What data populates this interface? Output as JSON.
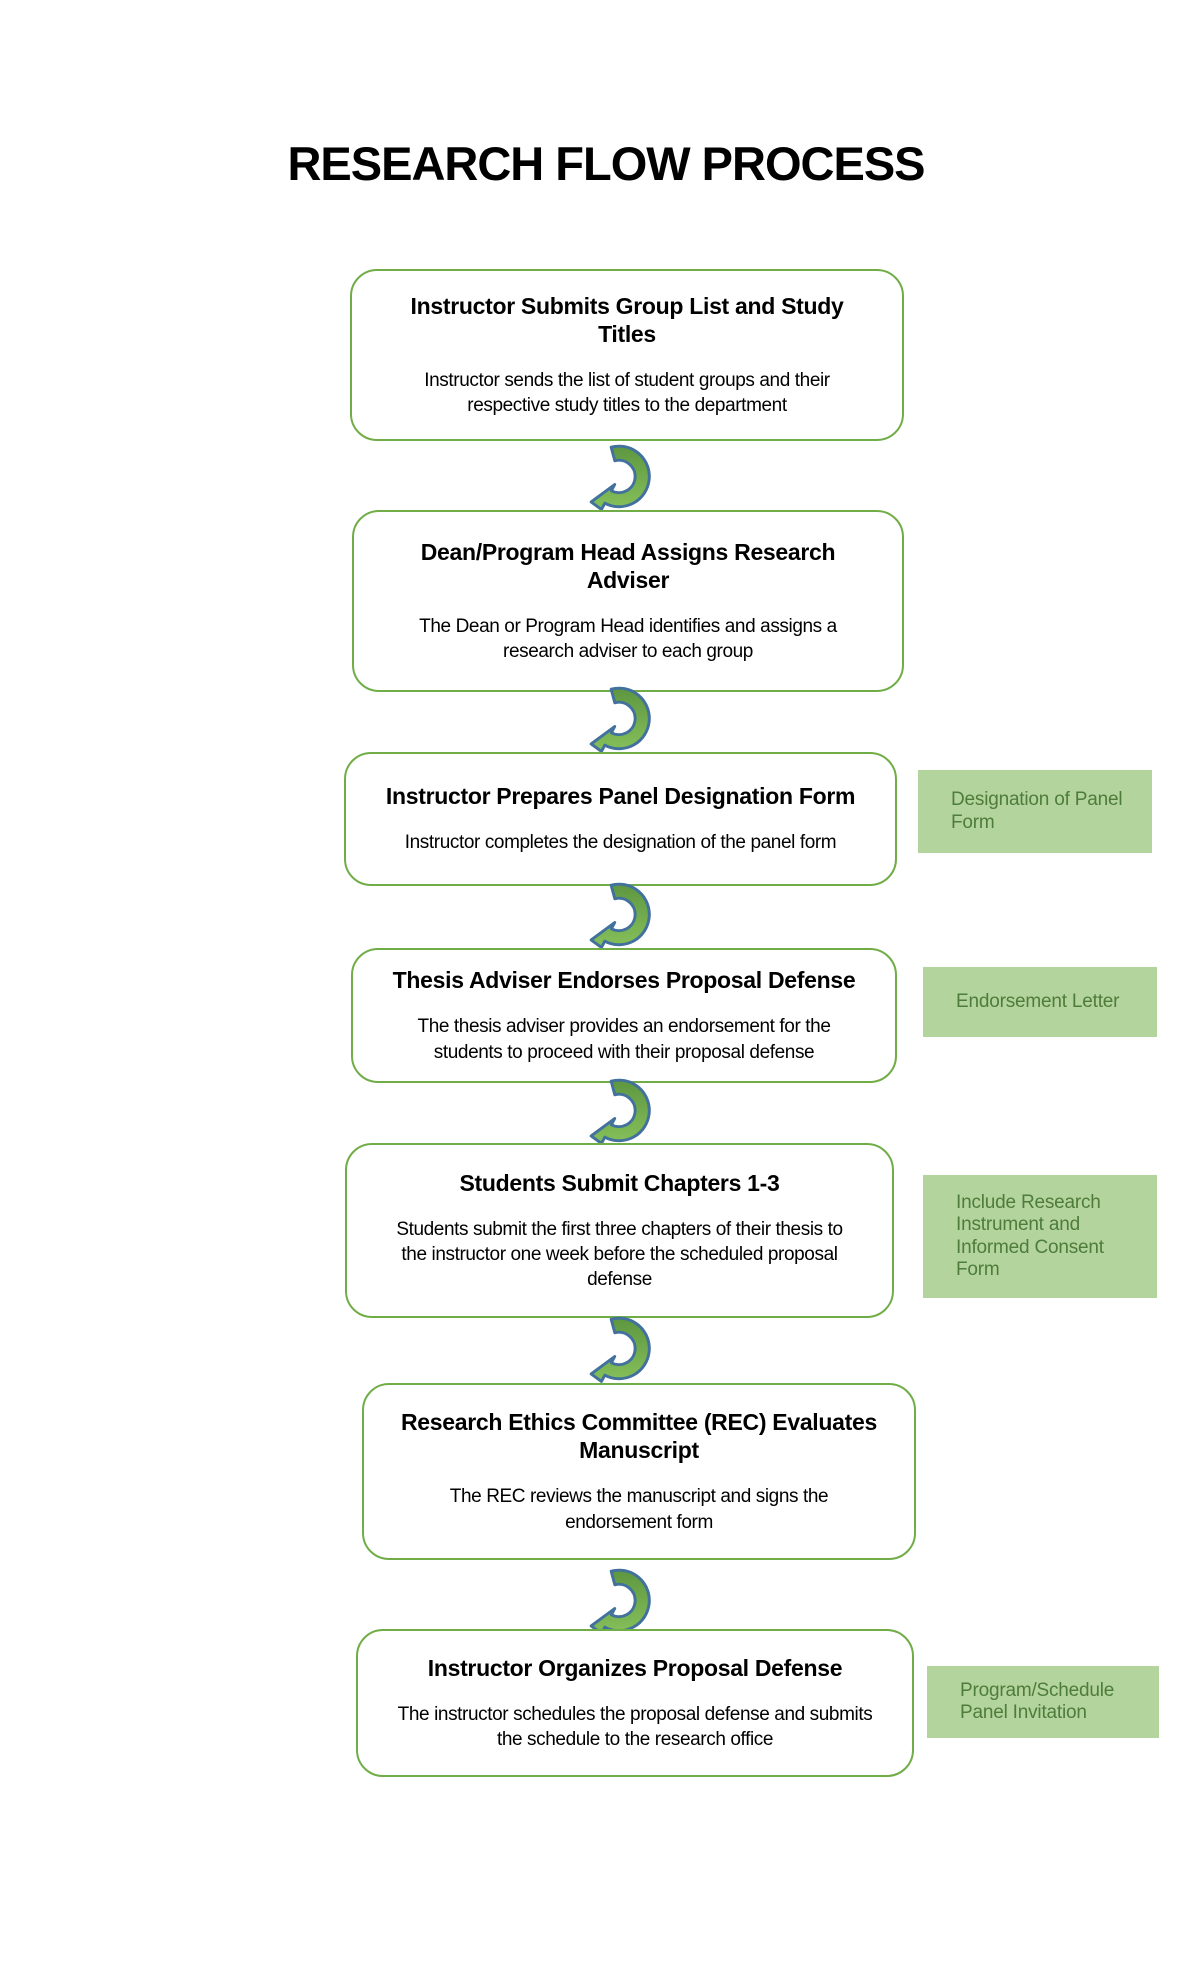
{
  "title": "RESEARCH FLOW PROCESS",
  "steps": [
    {
      "title": "Instructor Submits Group List and Study\nTitles",
      "description": "Instructor sends the list of student groups and their\nrespective study titles to the department"
    },
    {
      "title": "Dean/Program Head Assigns Research\nAdviser",
      "description": "The Dean or Program Head identifies and assigns a\nresearch adviser to each group"
    },
    {
      "title": "Instructor Prepares Panel Designation Form",
      "description": "Instructor completes the designation of the panel form",
      "attachment": "Designation of Panel\nForm"
    },
    {
      "title": "Thesis Adviser Endorses Proposal Defense",
      "description": "The thesis adviser provides an endorsement for the\nstudents to proceed with their proposal defense",
      "attachment": "Endorsement Letter"
    },
    {
      "title": "Students Submit Chapters 1-3",
      "description": "Students submit the first three chapters of their thesis to\nthe instructor one week before the scheduled proposal\ndefense",
      "attachment": "Include Research\nInstrument and\nInformed Consent\nForm"
    },
    {
      "title": "Research Ethics Committee (REC) Evaluates\nManuscript",
      "description": "The REC reviews the manuscript and signs the\nendorsement form"
    },
    {
      "title": "Instructor Organizes Proposal Defense",
      "description": "The instructor schedules the proposal defense and submits\nthe schedule to the research office",
      "attachment": "Program/Schedule\nPanel Invitation"
    }
  ],
  "colors": {
    "box_border_green": "#70AD47",
    "arrow_fill_green_top": "#5E9640",
    "arrow_fill_green_bottom": "#85C05A",
    "arrow_outline_blue": "#41719C",
    "attachment_fill_green": "#B4D49E",
    "attachment_text_green": "#4E7C3A",
    "text_color": "#000000"
  }
}
